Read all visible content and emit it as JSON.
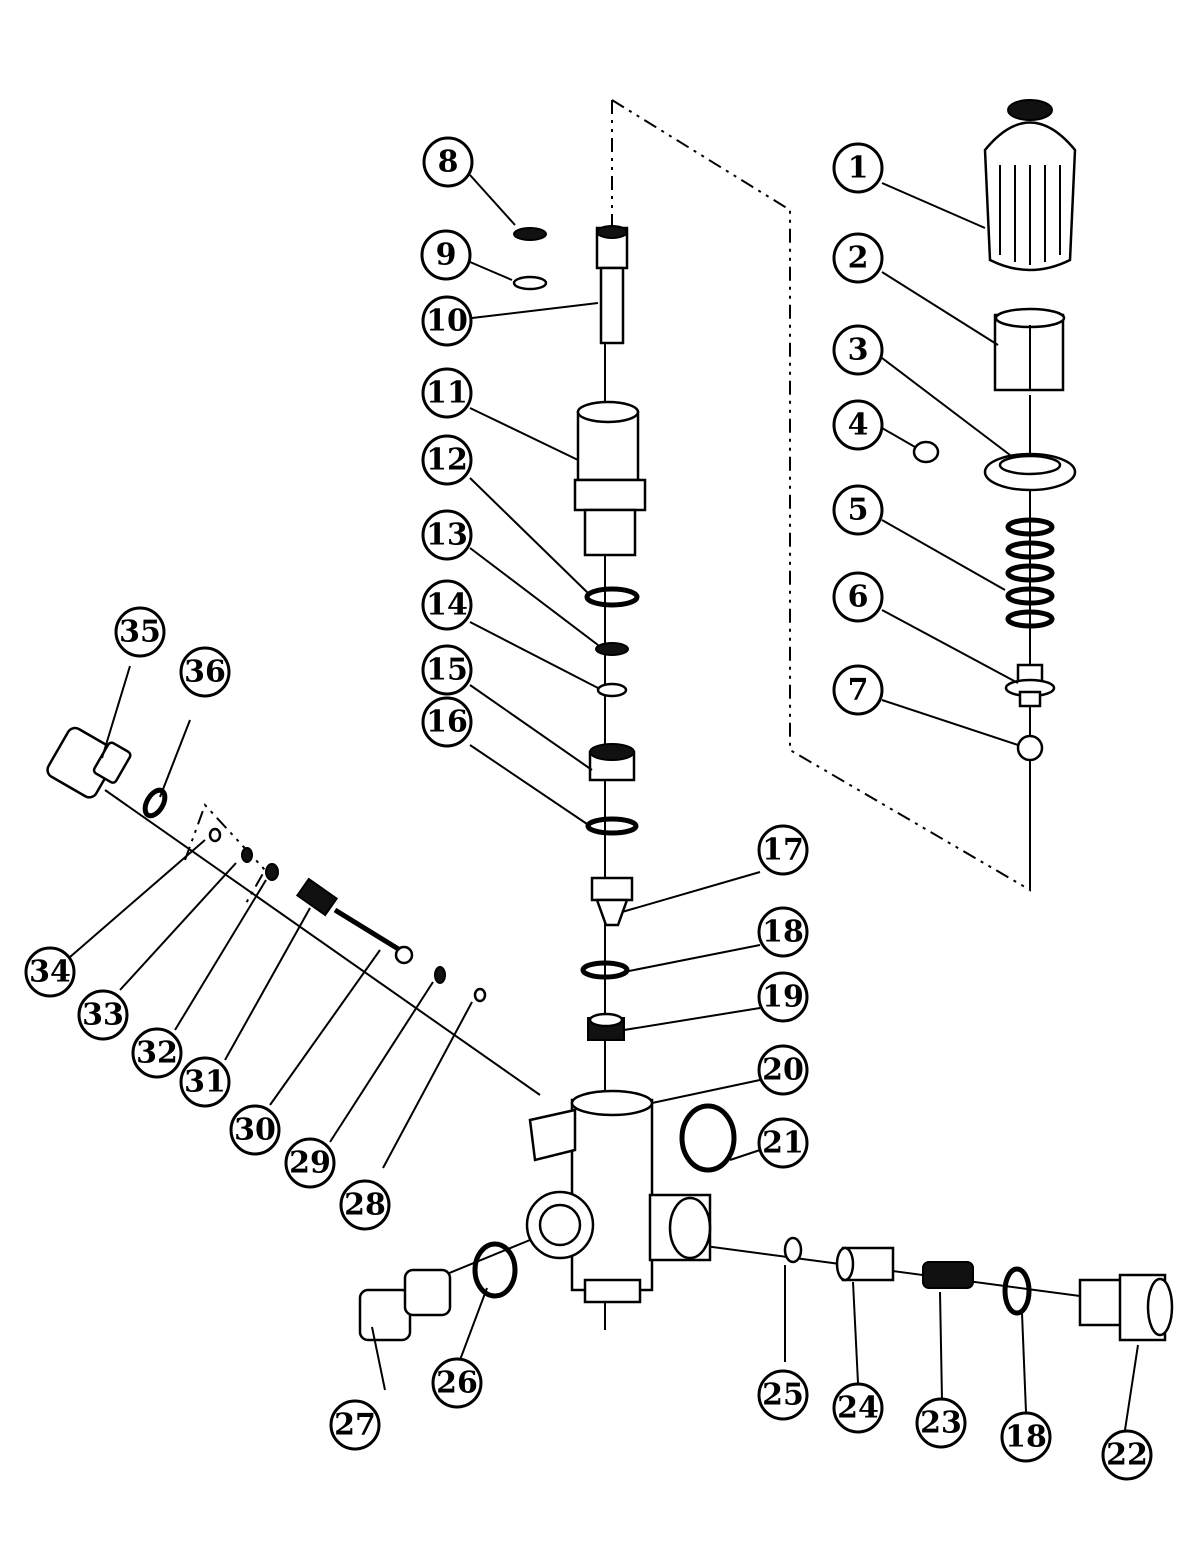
{
  "diagram": {
    "type": "exploded-parts-view",
    "subject": "pressure unloader valve assembly",
    "callouts": [
      {
        "id": "1",
        "label": "1"
      },
      {
        "id": "2",
        "label": "2"
      },
      {
        "id": "3",
        "label": "3"
      },
      {
        "id": "4",
        "label": "4"
      },
      {
        "id": "5",
        "label": "5"
      },
      {
        "id": "6",
        "label": "6"
      },
      {
        "id": "7",
        "label": "7"
      },
      {
        "id": "8",
        "label": "8"
      },
      {
        "id": "9",
        "label": "9"
      },
      {
        "id": "10",
        "label": "10"
      },
      {
        "id": "11",
        "label": "11"
      },
      {
        "id": "12",
        "label": "12"
      },
      {
        "id": "13",
        "label": "13"
      },
      {
        "id": "14",
        "label": "14"
      },
      {
        "id": "15",
        "label": "15"
      },
      {
        "id": "16",
        "label": "16"
      },
      {
        "id": "17",
        "label": "17"
      },
      {
        "id": "18a",
        "label": "18"
      },
      {
        "id": "19",
        "label": "19"
      },
      {
        "id": "20",
        "label": "20"
      },
      {
        "id": "21",
        "label": "21"
      },
      {
        "id": "22",
        "label": "22"
      },
      {
        "id": "23",
        "label": "23"
      },
      {
        "id": "24",
        "label": "24"
      },
      {
        "id": "25",
        "label": "25"
      },
      {
        "id": "26",
        "label": "26"
      },
      {
        "id": "27",
        "label": "27"
      },
      {
        "id": "18b",
        "label": "18"
      },
      {
        "id": "28",
        "label": "28"
      },
      {
        "id": "29",
        "label": "29"
      },
      {
        "id": "30",
        "label": "30"
      },
      {
        "id": "31",
        "label": "31"
      },
      {
        "id": "32",
        "label": "32"
      },
      {
        "id": "33",
        "label": "33"
      },
      {
        "id": "34",
        "label": "34"
      },
      {
        "id": "35",
        "label": "35"
      },
      {
        "id": "36",
        "label": "36"
      }
    ]
  }
}
